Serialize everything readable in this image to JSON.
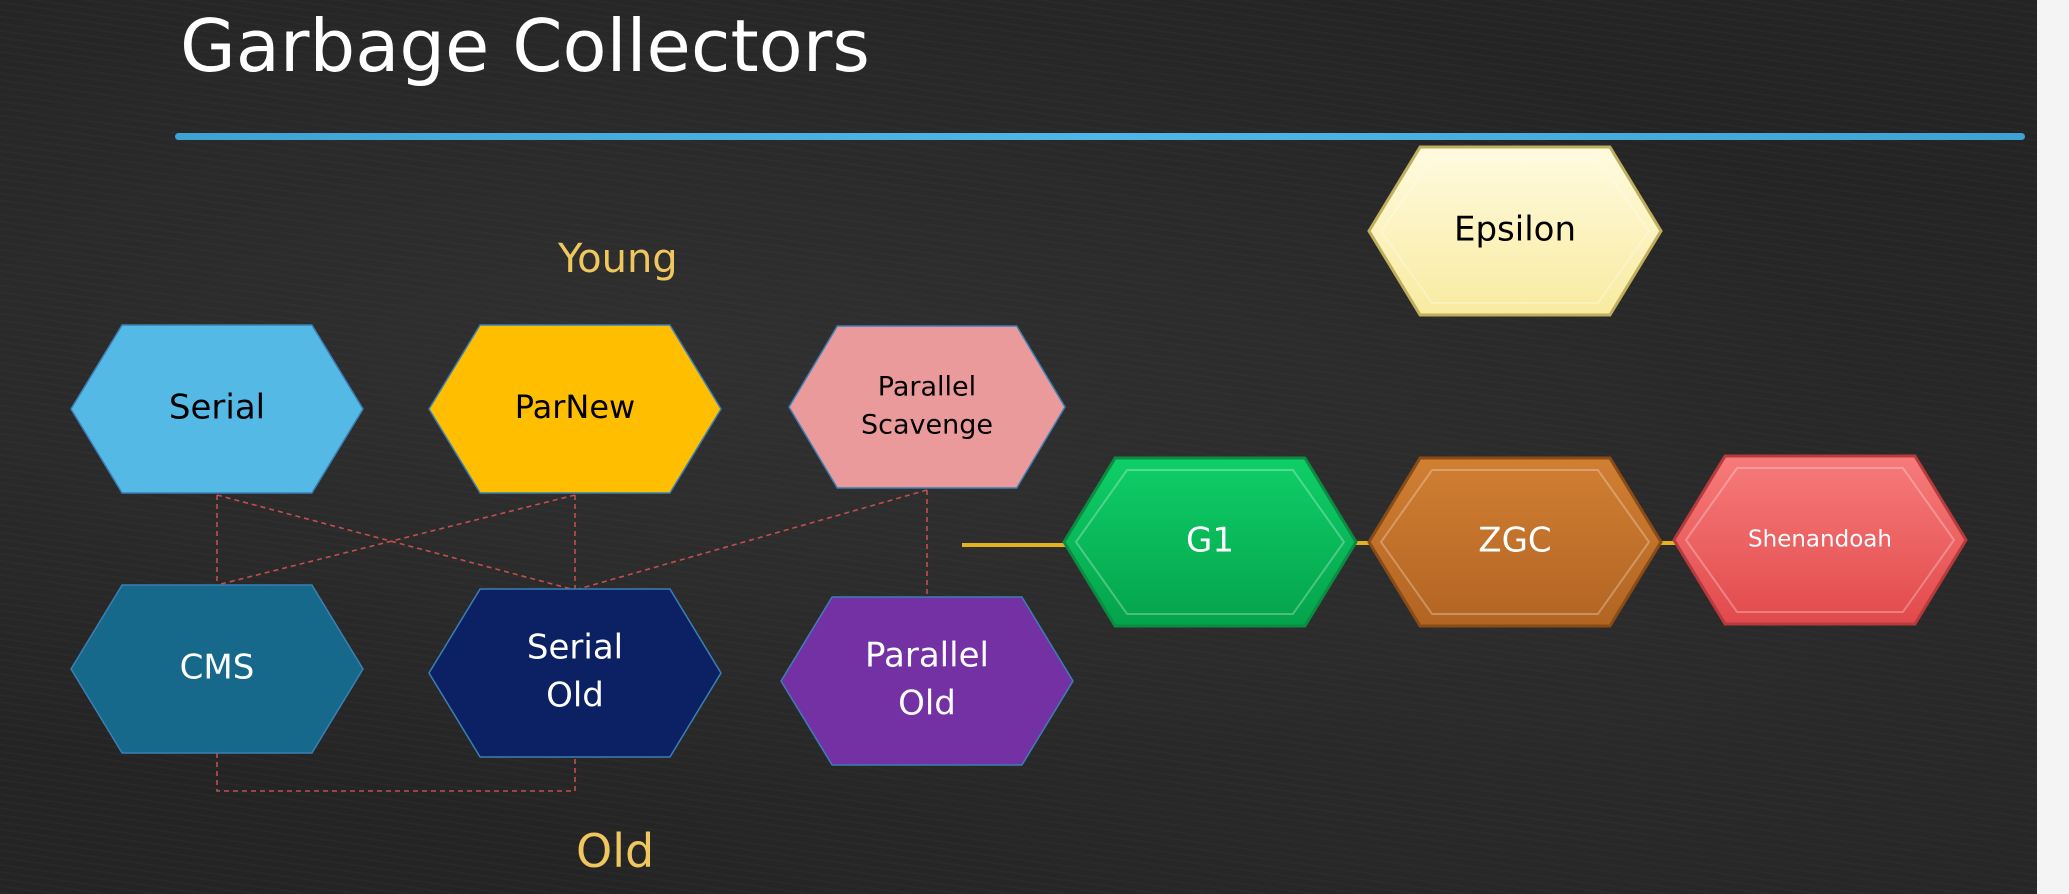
{
  "title": "Garbage Collectors",
  "labels": {
    "young": "Young",
    "old": "Old"
  },
  "colors": {
    "accent_rule": "#4fb7e8",
    "label_yellow": "#efc75e",
    "connector_dashed": "#c0504d",
    "connector_solid": "#e3b21c"
  },
  "collectors": {
    "serial": {
      "lines": [
        "Serial"
      ],
      "fill": "#55b9e6",
      "text": "#000000"
    },
    "parnew": {
      "lines": [
        "ParNew"
      ],
      "fill": "#ffbf00",
      "text": "#000000"
    },
    "parallel_scavenge": {
      "lines": [
        "Parallel",
        "Scavenge"
      ],
      "fill": "#eb9a9c",
      "text": "#000000"
    },
    "cms": {
      "lines": [
        "CMS"
      ],
      "fill": "#16698a",
      "text": "#ffffff"
    },
    "serial_old": {
      "lines": [
        "Serial",
        "Old"
      ],
      "fill": "#0b2163",
      "text": "#ffffff"
    },
    "parallel_old": {
      "lines": [
        "Parallel",
        "Old"
      ],
      "fill": "#7431a4",
      "text": "#ffffff"
    },
    "g1": {
      "lines": [
        "G1"
      ],
      "fill": "#07b857",
      "text": "#ffffff"
    },
    "zgc": {
      "lines": [
        "ZGC"
      ],
      "fill": "#c47228",
      "text": "#ffffff"
    },
    "shenandoah": {
      "lines": [
        "Shenandoah"
      ],
      "fill": "#ef5f60",
      "text": "#ffffff"
    },
    "epsilon": {
      "lines": [
        "Epsilon"
      ],
      "fill": "#fef6c2",
      "text": "#000000"
    }
  }
}
